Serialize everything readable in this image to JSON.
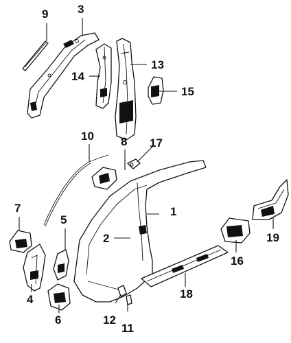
{
  "callouts": [
    {
      "id": "1",
      "label": "1"
    },
    {
      "id": "2",
      "label": "2"
    },
    {
      "id": "3",
      "label": "3"
    },
    {
      "id": "4",
      "label": "4"
    },
    {
      "id": "5",
      "label": "5"
    },
    {
      "id": "6",
      "label": "6"
    },
    {
      "id": "7",
      "label": "7"
    },
    {
      "id": "8",
      "label": "8"
    },
    {
      "id": "9",
      "label": "9"
    },
    {
      "id": "10",
      "label": "10"
    },
    {
      "id": "11",
      "label": "11"
    },
    {
      "id": "12",
      "label": "12"
    },
    {
      "id": "13",
      "label": "13"
    },
    {
      "id": "14",
      "label": "14"
    },
    {
      "id": "15",
      "label": "15"
    },
    {
      "id": "16",
      "label": "16"
    },
    {
      "id": "17",
      "label": "17"
    },
    {
      "id": "18",
      "label": "18"
    },
    {
      "id": "19",
      "label": "19"
    }
  ],
  "colors": {
    "line": "#111111",
    "background": "#ffffff"
  }
}
